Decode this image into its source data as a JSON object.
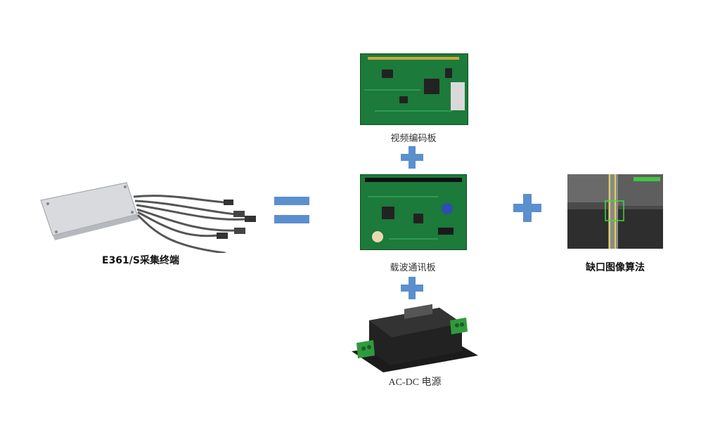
{
  "nodes": {
    "terminal": {
      "label": "E361/S采集终端"
    },
    "video_board": {
      "label": "视频编码板"
    },
    "carrier_board": {
      "label": "载波通讯板"
    },
    "power": {
      "label": "AC-DC 电源"
    },
    "algorithm": {
      "label": "缺口图像算法"
    }
  },
  "operators": {
    "equals": "=",
    "plus": "+"
  },
  "colors": {
    "operator": "#5b8fce",
    "pcb_green": "#1c7a3a",
    "module_black": "#1b1b1b",
    "terminal_green": "#2f9b3c"
  }
}
